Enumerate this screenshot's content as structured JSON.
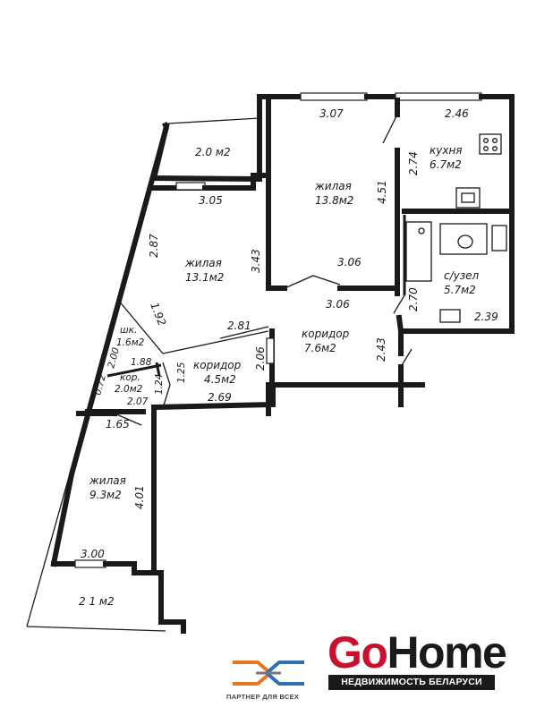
{
  "rooms": {
    "balcony_top": "2.0 м2",
    "living_center": {
      "name": "жилая",
      "area": "13.8м2"
    },
    "kitchen": {
      "name": "кухня",
      "area": "6.7м2"
    },
    "living_left": {
      "name": "жилая",
      "area": "13.1м2"
    },
    "bathroom": {
      "name": "с/узел",
      "area": "5.7м2"
    },
    "closet": {
      "name": "шк.",
      "area": "1.6м2"
    },
    "corridor_main": {
      "name": "коридор",
      "area": "7.6м2"
    },
    "corridor_small": {
      "name": "коридор",
      "area": "4.5м2"
    },
    "corridor_kor": {
      "name": "кор.",
      "area": "2.0м2"
    },
    "living_bottom": {
      "name": "жилая",
      "area": "9.3м2"
    },
    "balcony_bottom": "2 1 м2"
  },
  "dimensions": {
    "d307": "3.07",
    "d246": "2.46",
    "d274": "2.74",
    "d451": "4.51",
    "d305": "3.05",
    "d287": "2.87",
    "d343": "3.43",
    "d306a": "3.06",
    "d306b": "3.06",
    "d270": "2.70",
    "d239": "2.39",
    "d192": "1.92",
    "d281": "2.81",
    "d243": "2.43",
    "d200": "2.00",
    "d188": "1.88",
    "d206": "2.06",
    "d072": "0.72",
    "d124": "1.24",
    "d125": "1.25",
    "d207": "2.07",
    "d269": "2.69",
    "d165": "1.65",
    "d401": "4.01",
    "d300": "3.00"
  },
  "brand": {
    "go": "Go",
    "home": "Home",
    "subtitle": "НЕДВИЖИМОСТЬ БЕЛАРУСИ",
    "partner": "ПАРТНЕР ДЛЯ ВСЕХ",
    "go_color": "#c8102e",
    "partner_color": "#e87722"
  }
}
